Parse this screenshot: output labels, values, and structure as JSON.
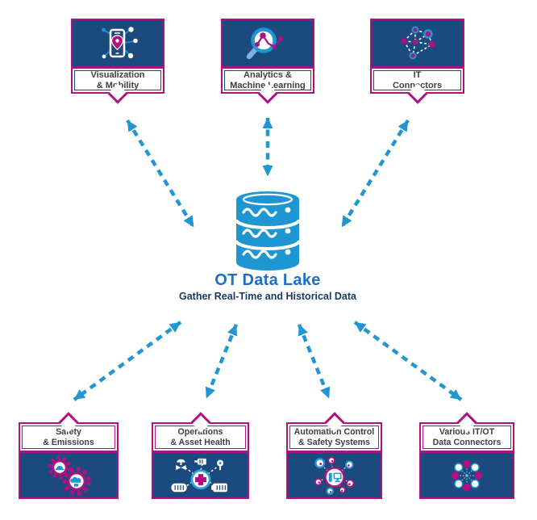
{
  "center": {
    "title": "OT Data Lake",
    "subtitle": "Gather Real-Time and Historical Data",
    "icon": "database-cylinder-icon"
  },
  "top_nodes": [
    {
      "id": "visualization-mobility",
      "label_line1": "Visualization",
      "label_line2": "& Mobility",
      "icon": "smartphone-location-icon"
    },
    {
      "id": "analytics-ml",
      "label_line1": "Analytics &",
      "label_line2": "Machine Learning",
      "icon": "magnifier-chart-icon"
    },
    {
      "id": "it-connectors",
      "label_line1": "IT",
      "label_line2": "Connectors",
      "icon": "network-mesh-icon"
    }
  ],
  "bottom_nodes": [
    {
      "id": "safety-emissions",
      "label_line1": "Safety",
      "label_line2": "& Emissions",
      "icon": "gears-icon"
    },
    {
      "id": "operations-asset-health",
      "label_line1": "Operations",
      "label_line2": "& Asset Health",
      "icon": "equipment-health-icon"
    },
    {
      "id": "automation-control-safety",
      "label_line1": "Automation Control",
      "label_line2": "& Safety Systems",
      "icon": "control-system-icon"
    },
    {
      "id": "various-itot-connectors",
      "label_line1": "Various IT/OT",
      "label_line2": "Data Connectors",
      "icon": "data-hub-icon"
    }
  ],
  "colors": {
    "panel_navy": "#1A4A7E",
    "magenta": "#B0117E",
    "arrow_blue": "#2196D3",
    "database_blue": "#1E96D2",
    "title_blue": "#1C6FC8",
    "subtitle_navy": "#16395F",
    "label_text": "#3F3F3F"
  }
}
